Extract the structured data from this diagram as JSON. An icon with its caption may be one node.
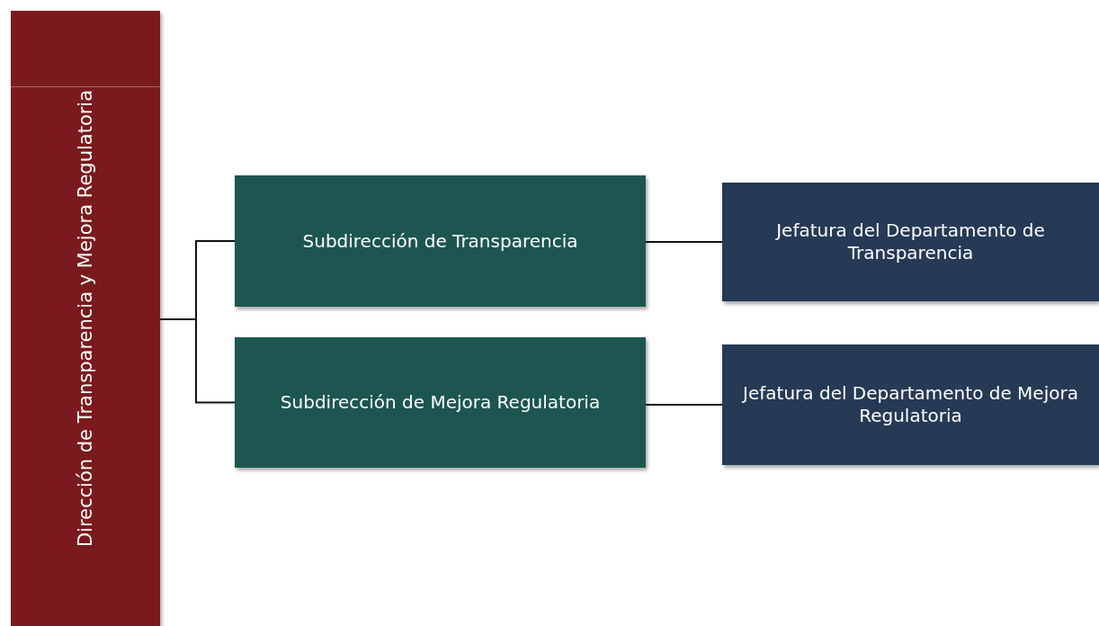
{
  "diagram": {
    "nodes": [
      {
        "text": [
          "Dirección de Transparencia y Mejora Regulatoria"
        ]
      },
      {
        "text": [
          "Subdirección  de Transparencia"
        ]
      },
      {
        "text": [
          "Subdirección de Mejora Regulatoria"
        ]
      },
      {
        "text": [
          "Jefatura del Departamento de Transparencia"
        ]
      },
      {
        "text": [
          "Jefatura del Departamento de Mejora Regulatoria"
        ]
      }
    ],
    "edges": [
      {
        "from": 0,
        "to": 1,
        "arrow": "none"
      },
      {
        "from": 0,
        "to": 2,
        "arrow": "none"
      },
      {
        "from": 1,
        "to": 3,
        "arrow": "none"
      },
      {
        "from": 2,
        "to": 4,
        "arrow": "none"
      }
    ]
  }
}
